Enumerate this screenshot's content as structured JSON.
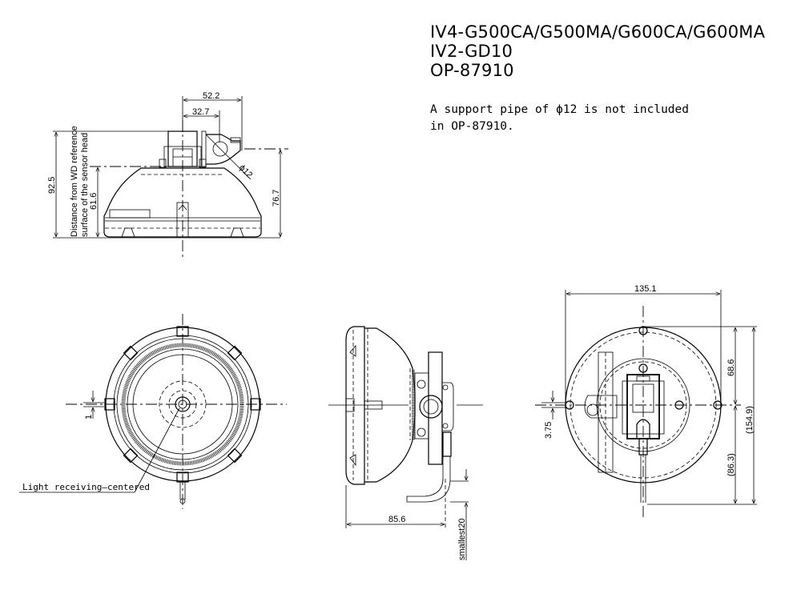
{
  "title": {
    "lines": [
      "IV4-G500CA/G500MA/G600CA/G600MA",
      "IV2-GD10",
      "OP-87910"
    ]
  },
  "note": {
    "lines": [
      "A support pipe of ϕ12 is not included",
      "in OP-87910."
    ]
  },
  "views": {
    "top_view": {
      "dims": {
        "width_52_2": "52.2",
        "width_32_7": "32.7",
        "height_92_5": "92.5",
        "height_61_6": "61.6",
        "height_76_7": "76.7",
        "pipe_dia": "ϕ12"
      },
      "label_line1": "Distance from WD reference",
      "label_line2": "surface of the sensor head"
    },
    "front_view": {
      "dims": {
        "offset_1": "1"
      },
      "leader_label": "Light receiving—centered"
    },
    "side_view": {
      "dims": {
        "depth_85_6": "85.6",
        "cable_bend": "smallest20"
      }
    },
    "rear_view": {
      "dims": {
        "width_135_1": "135.1",
        "upper_68_6": "68.6",
        "total_154_9": "(154.9)",
        "lower_86_3": "(86.3)",
        "offset_3_75": "3.75"
      }
    }
  }
}
